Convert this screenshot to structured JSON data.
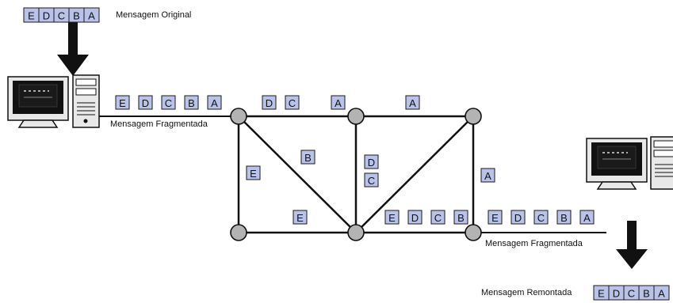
{
  "labels": {
    "original": "Mensagem Original",
    "fragmented_top": "Mensagem Fragmentada",
    "fragmented_bottom": "Mensagem Fragmentada",
    "reassembled": "Mensagem Remontada"
  },
  "original_message": [
    "E",
    "D",
    "C",
    "B",
    "A"
  ],
  "reassembled_message": [
    "E",
    "D",
    "C",
    "B",
    "A"
  ],
  "fragments_sender_link": [
    "E",
    "D",
    "C",
    "B",
    "A"
  ],
  "fragments_top_left_link": [
    "D",
    "C",
    "A"
  ],
  "fragments_top_right_link": [
    "A"
  ],
  "fragments_diagonal_link": [
    "B"
  ],
  "fragments_left_link": [
    "E"
  ],
  "fragments_bottom_left_link": [
    "E"
  ],
  "fragments_middle_link": [
    "D",
    "C"
  ],
  "fragments_right_link": [
    "A"
  ],
  "fragments_bottom_right_link": [
    "E",
    "D",
    "C",
    "B"
  ],
  "fragments_receiver_link": [
    "E",
    "D",
    "C",
    "B",
    "A"
  ],
  "colors": {
    "packet_fill": "#b9c3ea",
    "node_fill": "#b3b3b3",
    "line": "#111111"
  }
}
